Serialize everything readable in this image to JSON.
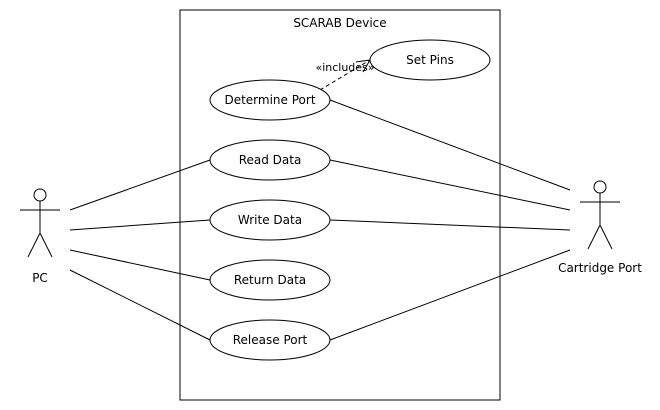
{
  "system": {
    "title": "SCARAB Device"
  },
  "actors": {
    "pc": {
      "label": "PC"
    },
    "cartridge": {
      "label": "Cartridge Port"
    }
  },
  "use_cases": {
    "determine_port": "Determine Port",
    "set_pins": "Set Pins",
    "read_data": "Read Data",
    "write_data": "Write Data",
    "return_data": "Return Data",
    "release_port": "Release Port"
  },
  "relations": {
    "includes_label": "«includes»"
  }
}
